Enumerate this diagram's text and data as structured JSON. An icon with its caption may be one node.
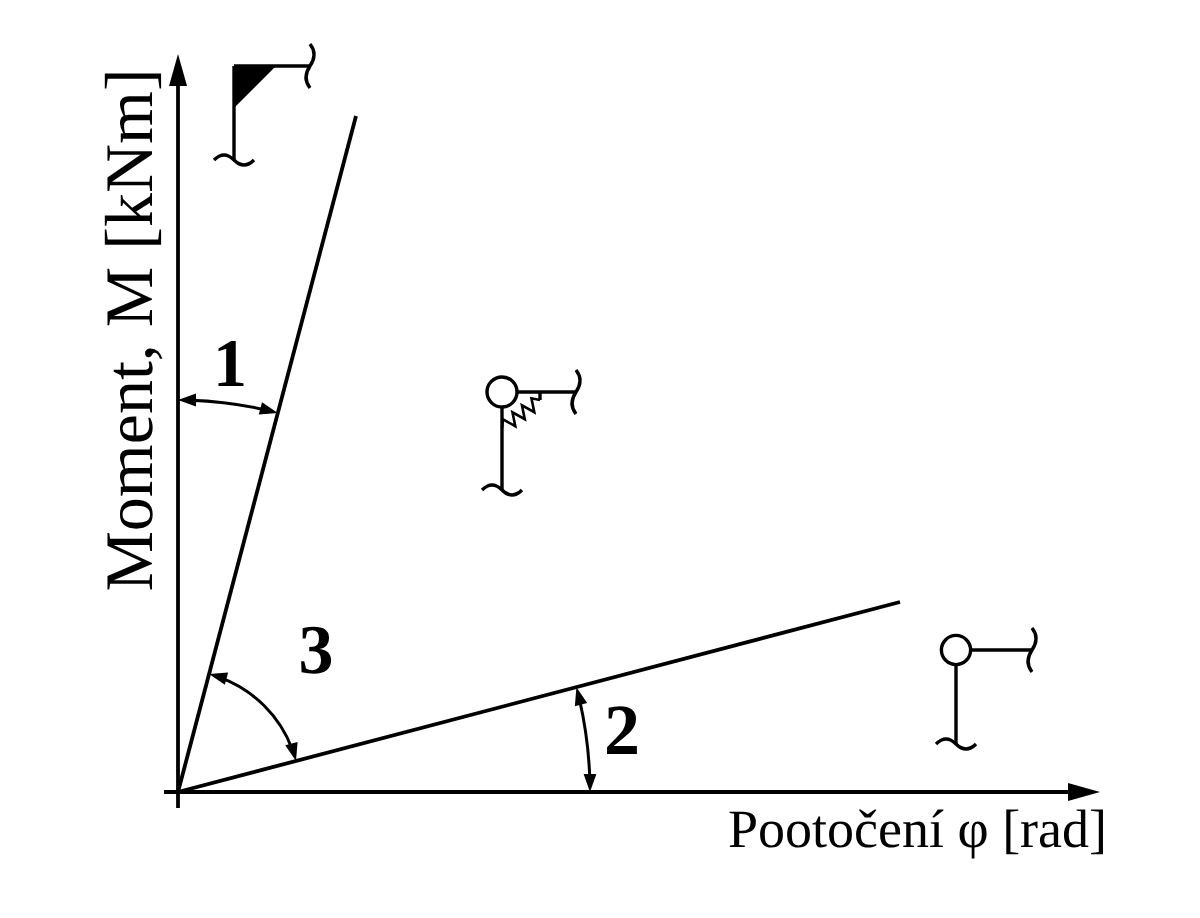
{
  "diagram": {
    "labels": [
      "Moment, M [kNm]",
      "1",
      "3",
      "2",
      "Pootočení φ [rad]"
    ]
  }
}
